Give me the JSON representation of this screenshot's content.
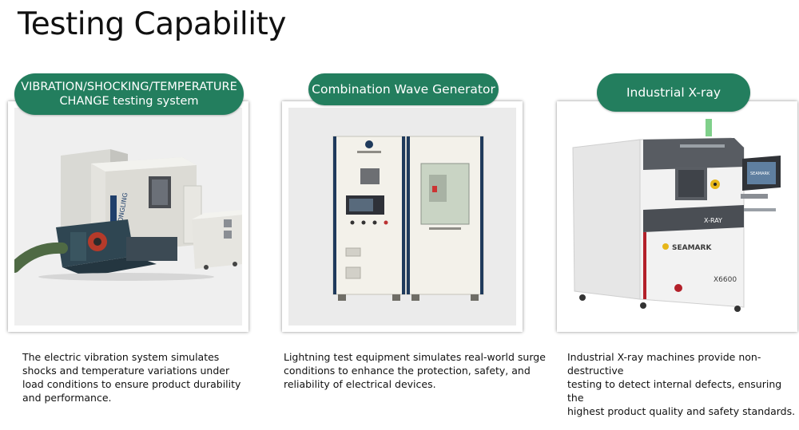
{
  "page": {
    "title": "Testing Capability"
  },
  "cards": [
    {
      "label_line1": "VIBRATION/SHOCKING/TEMPERATURE",
      "label_line2": "CHANGE testing system",
      "machine_brand": "DONGLING",
      "description": [
        "The electric vibration system simulates",
        "shocks and temperature variations under",
        "load conditions to ensure product durability",
        "and performance."
      ]
    },
    {
      "label": "Combination Wave Generator",
      "description": [
        "Lightning test equipment simulates real-world surge",
        "conditions to enhance the protection, safety, and",
        "reliability of electrical devices."
      ]
    },
    {
      "label": "Industrial X-ray",
      "machine_brand": "SEAMARK",
      "machine_banner": "X-RAY",
      "machine_model": "X6600",
      "screen_brand": "SEAMARK",
      "description": [
        "Industrial X-ray machines provide non-destructive",
        "testing to detect internal defects, ensuring the",
        "highest product quality and safety standards."
      ]
    }
  ],
  "colors": {
    "accent": "#237e5e",
    "text": "#111111",
    "card_bg": "#efefef"
  }
}
